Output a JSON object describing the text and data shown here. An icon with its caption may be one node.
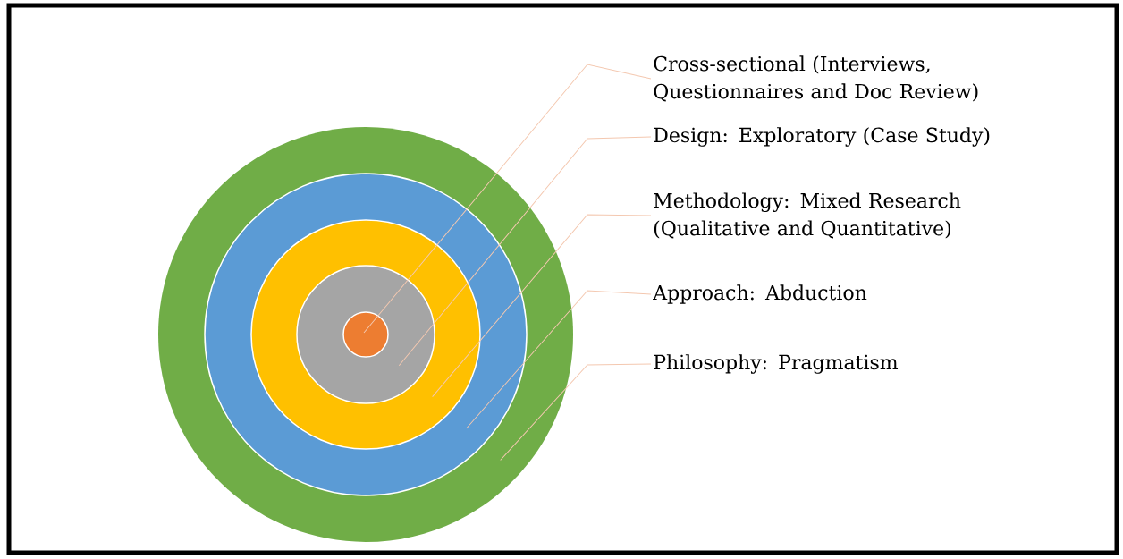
{
  "diagram": {
    "nodes": [
      {
        "text": [],
        "shape": "circle"
      },
      {
        "text": [],
        "shape": "circle",
        "in": 0
      },
      {
        "text": [],
        "shape": "circle",
        "in": 1
      },
      {
        "text": [],
        "shape": "circle",
        "in": 2
      },
      {
        "text": [],
        "shape": "circle",
        "in": 3
      },
      {
        "text": [
          "Cross-sectional (Interviews, Questionnaires and Doc Review)"
        ]
      },
      {
        "text": [
          "Design: Exploratory (Case Study)"
        ]
      },
      {
        "text": [
          "Methodology: Mixed Research (Qualitative and Quantitative)"
        ]
      },
      {
        "text": [
          "Approach: Abduction"
        ]
      },
      {
        "text": [
          "Philosophy: Pragmatism"
        ]
      }
    ],
    "edges": [
      {
        "from": 5,
        "to": 4,
        "arrow": "none"
      },
      {
        "from": 6,
        "to": 3,
        "arrow": "none"
      },
      {
        "from": 7,
        "to": 2,
        "arrow": "none"
      },
      {
        "from": 8,
        "to": 1,
        "arrow": "none"
      },
      {
        "from": 9,
        "to": 0,
        "arrow": "none"
      }
    ]
  }
}
